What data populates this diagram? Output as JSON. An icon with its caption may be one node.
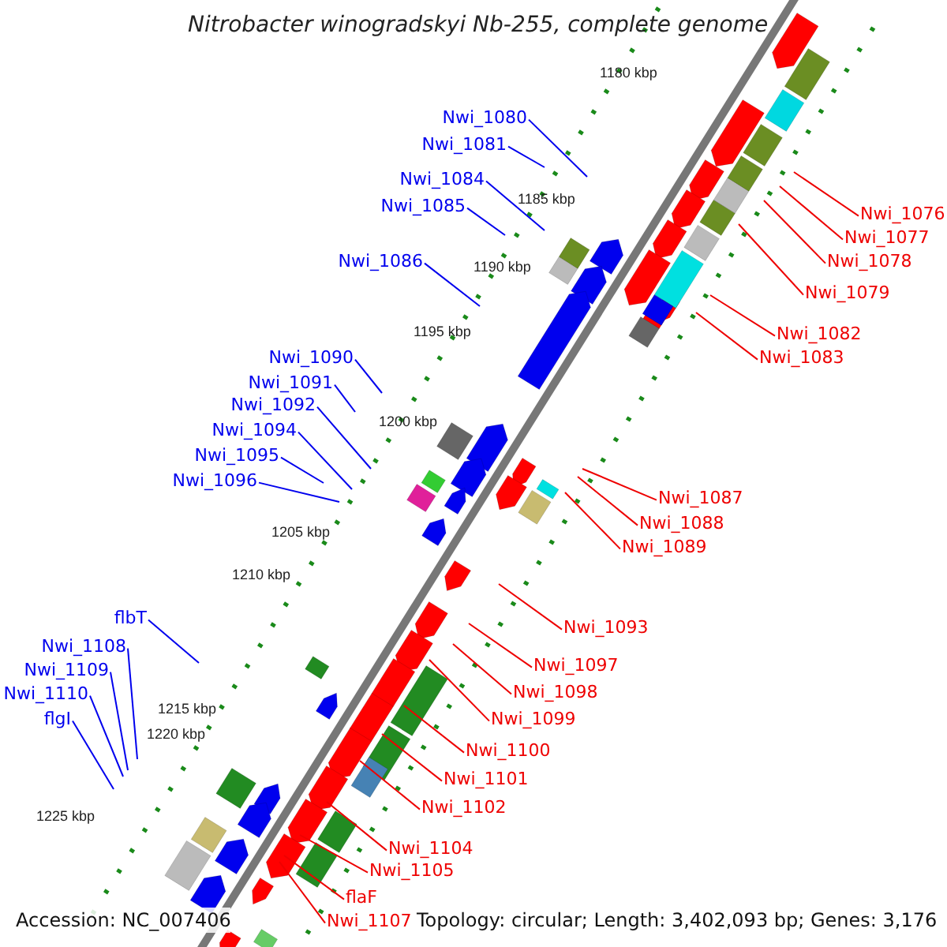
{
  "diagram": {
    "title": "Nitrobacter winogradskyi Nb-255, complete genome",
    "nodes": [
      {
        "text": [
          "Nwi_1080"
        ]
      },
      {
        "text": [
          "Nwi_1081"
        ]
      },
      {
        "text": [
          "Nwi_1084"
        ]
      },
      {
        "text": [
          "Nwi_1085"
        ]
      },
      {
        "text": [
          "Nwi_1076"
        ]
      },
      {
        "text": [
          "Nwi_1077"
        ]
      },
      {
        "text": [
          "Nwi_1078"
        ]
      },
      {
        "text": [
          "Nwi_1086"
        ]
      },
      {
        "text": [
          "Nwi_1079"
        ]
      },
      {
        "text": [
          "Nwi_1082"
        ]
      },
      {
        "text": [
          "Nwi_1083"
        ]
      },
      {
        "text": [
          "Nwi_1090"
        ]
      },
      {
        "text": [
          "Nwi_1091"
        ]
      },
      {
        "text": [
          "Nwi_1092"
        ]
      },
      {
        "text": [
          "Nwi_1094"
        ]
      },
      {
        "text": [
          "Nwi_1095"
        ]
      },
      {
        "text": [
          "Nwi_1096"
        ]
      },
      {
        "text": [
          "Nwi_1087"
        ]
      },
      {
        "text": [
          "Nwi_1088"
        ]
      },
      {
        "text": [
          "Nwi_1089"
        ]
      },
      {
        "text": [
          "flbT"
        ]
      },
      {
        "text": [
          "Nwi_1093"
        ]
      },
      {
        "text": [
          "Nwi_1108"
        ]
      },
      {
        "text": [
          "Nwi_1097"
        ]
      },
      {
        "text": [
          "Nwi_1109"
        ]
      },
      {
        "text": [
          "Nwi_1098"
        ]
      },
      {
        "text": [
          "Nwi_1110"
        ]
      },
      {
        "text": [
          "flgI"
        ]
      },
      {
        "text": [
          "Nwi_1099"
        ]
      },
      {
        "text": [
          "Nwi_1100"
        ]
      },
      {
        "text": [
          "Nwi_1101"
        ]
      },
      {
        "text": [
          "Nwi_1102"
        ]
      },
      {
        "text": [
          "Nwi_1104"
        ]
      },
      {
        "text": [
          "Nwi_1105"
        ]
      },
      {
        "text": [
          "flaF"
        ]
      },
      {
        "text": [
          "Nwi_1107"
        ]
      }
    ],
    "edges": [
      {
        "from": 0,
        "to": null,
        "arrow": "none",
        "color": "#0000ee"
      },
      {
        "from": 1,
        "to": null,
        "arrow": "none",
        "color": "#0000ee"
      },
      {
        "from": 2,
        "to": null,
        "arrow": "none",
        "color": "#0000ee"
      },
      {
        "from": 3,
        "to": null,
        "arrow": "none",
        "color": "#0000ee"
      },
      {
        "from": 4,
        "to": null,
        "arrow": "none"
      },
      {
        "from": 5,
        "to": null,
        "arrow": "none"
      },
      {
        "from": 6,
        "to": null,
        "arrow": "none"
      },
      {
        "from": 7,
        "to": null,
        "arrow": "none",
        "color": "#0000ee"
      },
      {
        "from": 8,
        "to": null,
        "arrow": "none"
      },
      {
        "from": 9,
        "to": null,
        "arrow": "none"
      },
      {
        "from": 10,
        "to": null,
        "arrow": "none"
      },
      {
        "from": 11,
        "to": null,
        "arrow": "none",
        "color": "#0000ee"
      },
      {
        "from": 12,
        "to": null,
        "arrow": "none",
        "color": "#0000ee"
      },
      {
        "from": 13,
        "to": null,
        "arrow": "none",
        "color": "#0000ee"
      },
      {
        "from": 14,
        "to": null,
        "arrow": "none",
        "color": "#0000ee"
      },
      {
        "from": 15,
        "to": null,
        "arrow": "none",
        "color": "#0000ee"
      },
      {
        "from": 16,
        "to": null,
        "arrow": "none",
        "color": "#0000ee"
      },
      {
        "from": 17,
        "to": null,
        "arrow": "none"
      },
      {
        "from": 18,
        "to": null,
        "arrow": "none"
      },
      {
        "from": 19,
        "to": null,
        "arrow": "none"
      },
      {
        "from": 20,
        "to": null,
        "arrow": "none",
        "color": "#0000ee"
      },
      {
        "from": 21,
        "to": null,
        "arrow": "none"
      },
      {
        "from": 22,
        "to": null,
        "arrow": "none",
        "color": "#0000ee"
      },
      {
        "from": 23,
        "to": null,
        "arrow": "none"
      },
      {
        "from": 24,
        "to": null,
        "arrow": "none",
        "color": "#0000ee"
      },
      {
        "from": 25,
        "to": null,
        "arrow": "none"
      },
      {
        "from": 26,
        "to": null,
        "arrow": "none",
        "color": "#0000ee"
      },
      {
        "from": 27,
        "to": null,
        "arrow": "none",
        "color": "#0000ee"
      },
      {
        "from": 28,
        "to": null,
        "arrow": "none"
      },
      {
        "from": 29,
        "to": null,
        "arrow": "none"
      },
      {
        "from": 30,
        "to": null,
        "arrow": "none"
      },
      {
        "from": 31,
        "to": null,
        "arrow": "none"
      },
      {
        "from": 32,
        "to": null,
        "arrow": "none"
      },
      {
        "from": 33,
        "to": null,
        "arrow": "none"
      },
      {
        "from": 34,
        "to": null,
        "arrow": "none"
      },
      {
        "from": 35,
        "to": null,
        "arrow": "none"
      }
    ],
    "labels": [
      "1180 kbp",
      "1185 kbp",
      "1190 kbp",
      "1195 kbp",
      "1200 kbp",
      "1205 kbp",
      "1210 kbp",
      "1215 kbp",
      "1220 kbp",
      "1225 kbp",
      "Accession: NC_007406",
      "Topology: circular; Length: 3,402,093 bp; Genes: 3,176"
    ]
  }
}
